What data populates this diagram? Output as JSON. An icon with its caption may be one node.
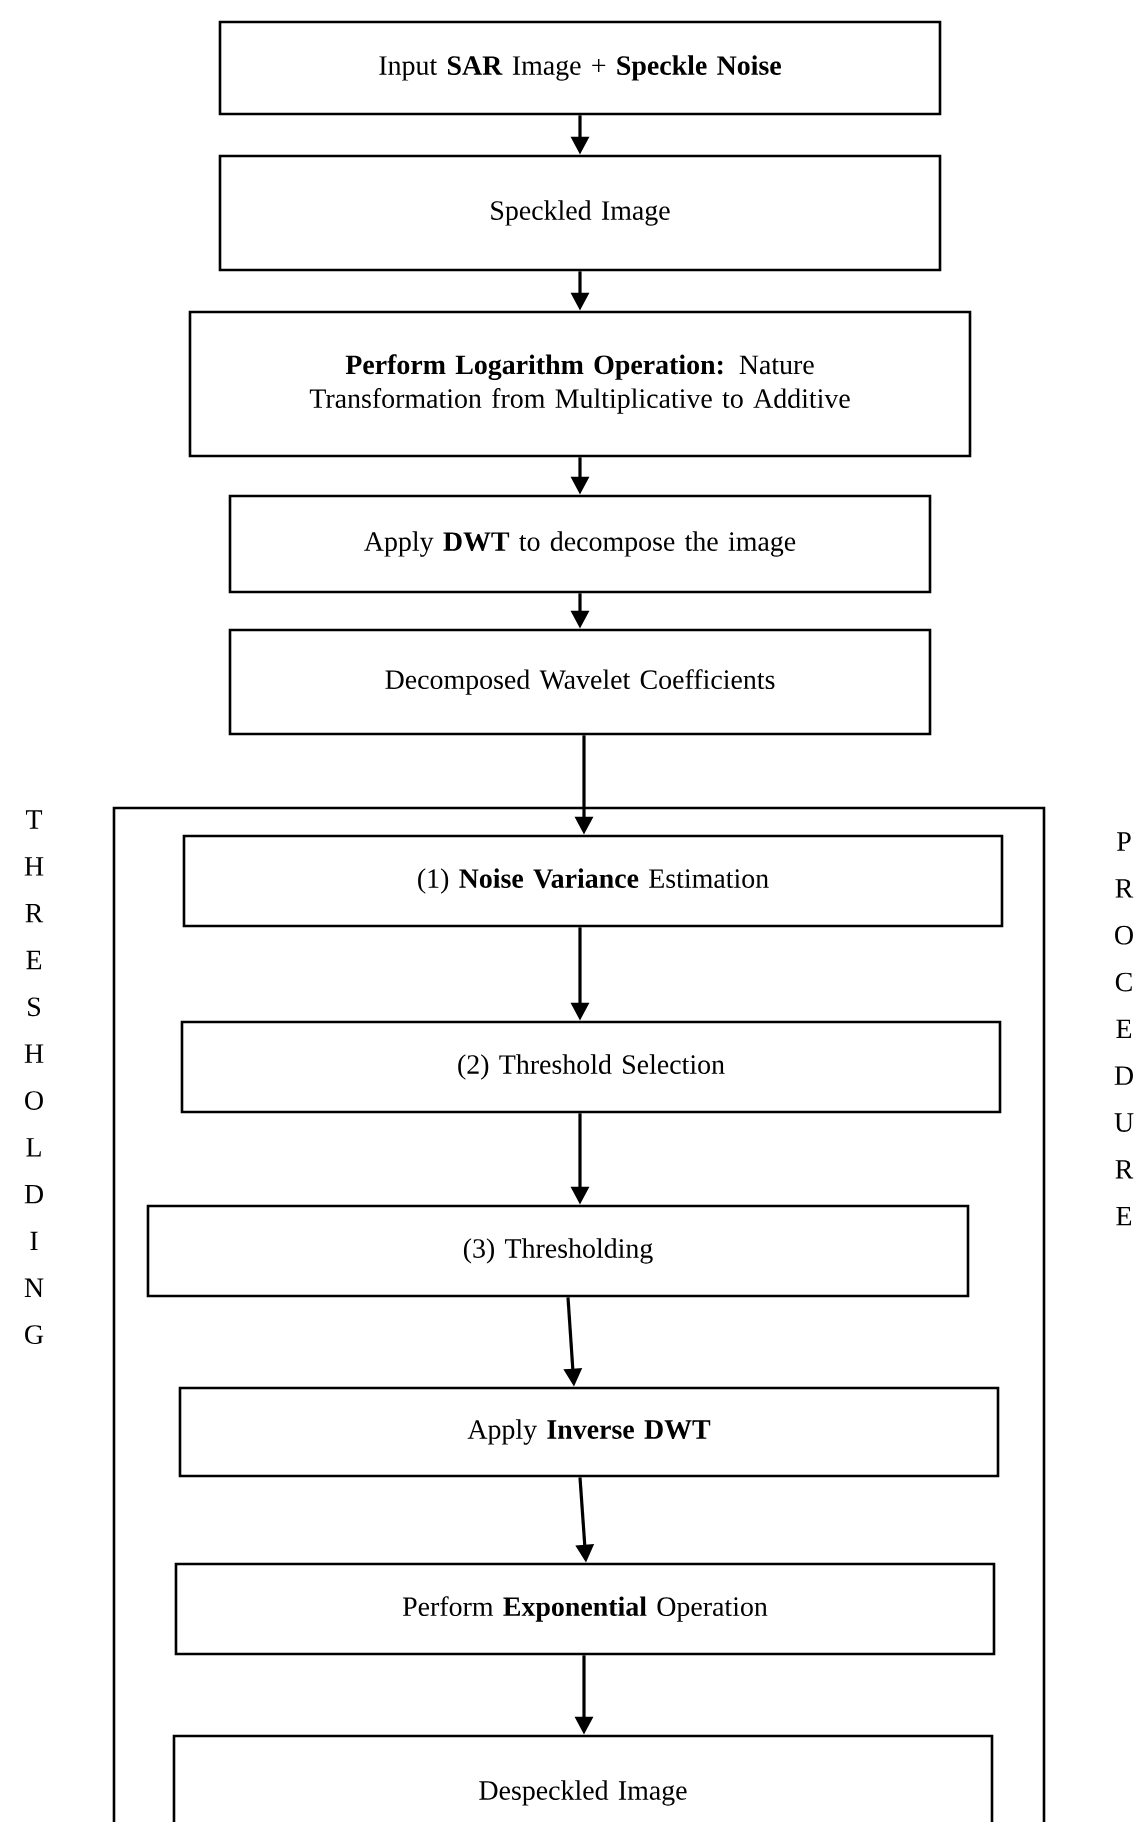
{
  "diagram": {
    "nodes": [
      {
        "text": [
          "Input **SAR** Image + **Speckle Noise**"
        ]
      },
      {
        "text": [
          "Speckled Image"
        ]
      },
      {
        "text": [
          "**Perform Logarithm Operation:** Nature Transformation from Multiplicative to Additive"
        ]
      },
      {
        "text": [
          "Apply **DWT** to decompose the image"
        ]
      },
      {
        "text": [
          "Decomposed Wavelet Coefficients"
        ]
      },
      {
        "text": [],
        "shape": "box"
      },
      {
        "text": [
          "(1) **Noise Variance** Estimation"
        ],
        "in": 5
      },
      {
        "text": [
          "(2) Threshold Selection"
        ],
        "in": 5
      },
      {
        "text": [
          "(3) Thresholding"
        ],
        "in": 5
      },
      {
        "text": [
          "Apply **Inverse DWT**"
        ],
        "in": 5
      },
      {
        "text": [
          "Perform **Exponential** Operation"
        ],
        "in": 5
      },
      {
        "text": [
          "Despeckled Image"
        ],
        "in": 5
      }
    ],
    "edges": [
      {
        "from": 0,
        "to": 1,
        "arrow": "to"
      },
      {
        "from": 1,
        "to": 2,
        "arrow": "to"
      },
      {
        "from": 2,
        "to": 3,
        "arrow": "to"
      },
      {
        "from": 3,
        "to": 4,
        "arrow": "to"
      },
      {
        "from": 4,
        "to": 6,
        "arrow": "to"
      },
      {
        "from": 6,
        "to": 7,
        "arrow": "to"
      },
      {
        "from": 7,
        "to": 8,
        "arrow": "to"
      },
      {
        "from": 8,
        "to": 9,
        "arrow": "to"
      },
      {
        "from": 9,
        "to": 10,
        "arrow": "to"
      },
      {
        "from": 10,
        "to": 11,
        "arrow": "to"
      }
    ],
    "labels": [
      "T H R E S H O L D I N G",
      "P R O C E D U R E"
    ]
  }
}
